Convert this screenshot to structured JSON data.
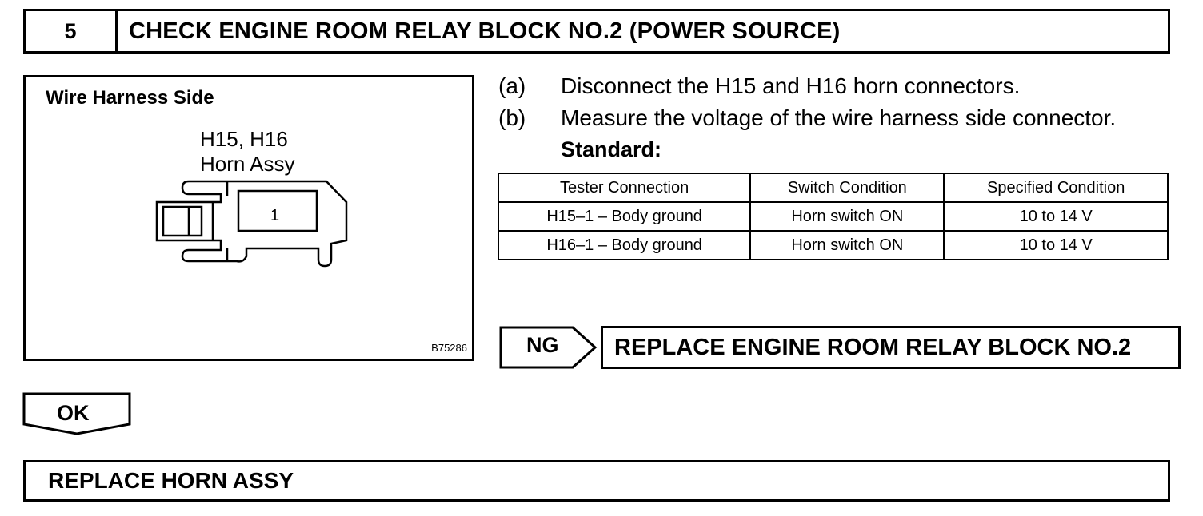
{
  "step": {
    "number": "5",
    "title": "CHECK ENGINE ROOM RELAY BLOCK NO.2 (POWER SOURCE)"
  },
  "figure": {
    "caption": "Wire Harness Side",
    "connector_label_line1": "H15, H16",
    "connector_label_line2": "Horn Assy",
    "terminal_number": "1",
    "code": "B75286"
  },
  "instructions": [
    {
      "letter": "(a)",
      "text": "Disconnect the H15 and H16 horn connectors."
    },
    {
      "letter": "(b)",
      "text": "Measure the voltage of the wire harness side connector."
    }
  ],
  "standard_label": "Standard:",
  "spec_table": {
    "headers": [
      "Tester Connection",
      "Switch Condition",
      "Specified Condition"
    ],
    "rows": [
      [
        "H15–1 – Body ground",
        "Horn switch ON",
        "10 to 14 V"
      ],
      [
        "H16–1 – Body ground",
        "Horn switch ON",
        "10 to 14 V"
      ]
    ]
  },
  "ng": {
    "label": "NG",
    "result": "REPLACE ENGINE ROOM RELAY BLOCK NO.2"
  },
  "ok": {
    "label": "OK",
    "result": "REPLACE HORN ASSY"
  }
}
